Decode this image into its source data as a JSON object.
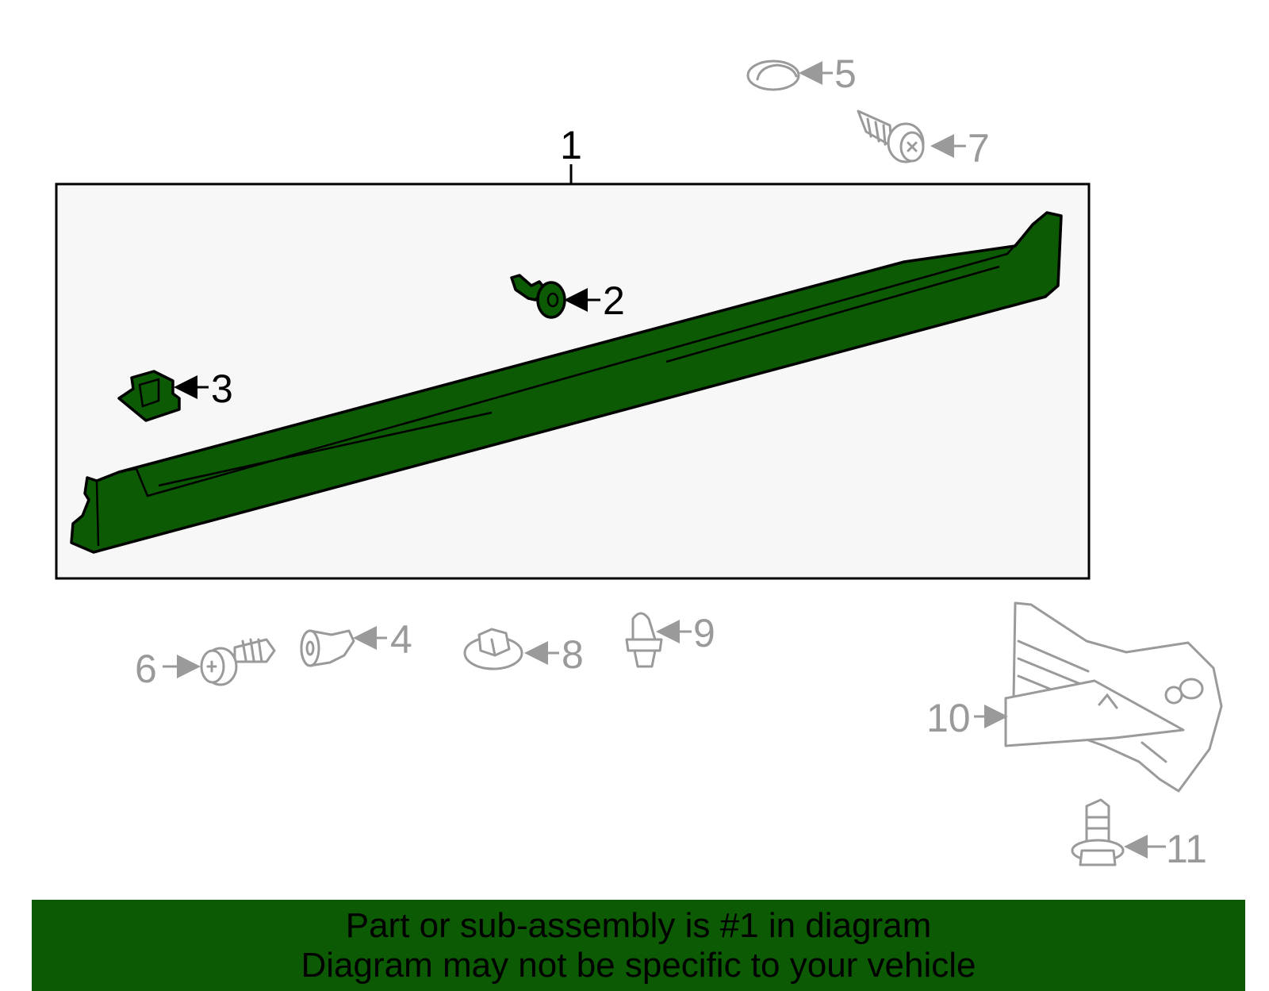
{
  "colors": {
    "highlight_part": "#0c5a03",
    "banner_background": "#0c5a03",
    "frame_fill": "#f7f7f7",
    "inactive_gray": "#9a9a9a"
  },
  "callouts": {
    "c1": "1",
    "c2": "2",
    "c3": "3",
    "c4": "4",
    "c5": "5",
    "c6": "6",
    "c7": "7",
    "c8": "8",
    "c9": "9",
    "c10": "10",
    "c11": "11"
  },
  "banner": {
    "line1": "Part or sub-assembly is #1 in diagram",
    "line2": "Diagram may not be specific to your vehicle"
  }
}
